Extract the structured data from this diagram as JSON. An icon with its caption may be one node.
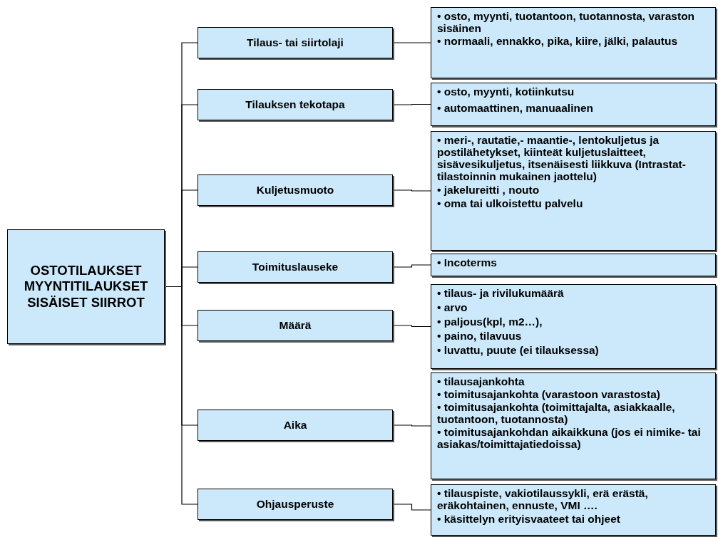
{
  "diagram": {
    "nodes": [
      {
        "text": [
          "OSTOTILAUKSET MYYNTITILAUKSET SISÄISET SIIRROT"
        ]
      },
      {
        "text": [
          "Tilaus- tai siirtolaji"
        ]
      },
      {
        "text": [
          "• osto, myynti, tuotantoon, tuotannosta, varaston sisäinen",
          "• normaali, ennakko, pika, kiire, jälki, palautus"
        ]
      },
      {
        "text": [
          "Tilauksen tekotapa"
        ]
      },
      {
        "text": [
          "• osto, myynti, kotiinkutsu",
          "• automaattinen, manuaalinen"
        ]
      },
      {
        "text": [
          "Kuljetusmuoto"
        ]
      },
      {
        "text": [
          "• meri-, rautatie,- maantie-, lentokuljetus ja postilähetykset, kiinteät kuljetuslaitteet, sisävesikuljetus, itsenäisesti liikkuva (Intrastat-tilastoinnin mukainen jaottelu)",
          "• jakelureitti , nouto",
          "• oma tai ulkoistettu palvelu"
        ]
      },
      {
        "text": [
          "Toimituslauseke"
        ]
      },
      {
        "text": [
          "• Incoterms"
        ]
      },
      {
        "text": [
          "Määrä"
        ]
      },
      {
        "text": [
          "• tilaus- ja rivilukumäärä",
          "• arvo",
          "• paljous(kpl, m2…),",
          "• paino, tilavuus",
          "• luvattu, puute (ei tilauksessa)"
        ]
      },
      {
        "text": [
          "Aika"
        ]
      },
      {
        "text": [
          "• tilausajankohta",
          "• toimitusajankohta (varastoon varastosta)",
          "• toimitusajankohta (toimittajalta, asiakkaalle, tuotantoon, tuotannosta)",
          "• toimitusajankohdan aikaikkuna (jos ei nimike- tai asiakas/toimittajatiedoissa)"
        ]
      },
      {
        "text": [
          "Ohjausperuste"
        ]
      },
      {
        "text": [
          "• tilauspiste, vakiotilaussykli, erä erästä, eräkohtainen, ennuste, VMI ….",
          "• käsittelyn erityisvaateet tai ohjeet"
        ]
      }
    ],
    "edges": [
      {
        "from": 0,
        "to": 1,
        "arrow": "none"
      },
      {
        "from": 0,
        "to": 3,
        "arrow": "none"
      },
      {
        "from": 0,
        "to": 5,
        "arrow": "none"
      },
      {
        "from": 0,
        "to": 7,
        "arrow": "none"
      },
      {
        "from": 0,
        "to": 9,
        "arrow": "none"
      },
      {
        "from": 0,
        "to": 11,
        "arrow": "none"
      },
      {
        "from": 0,
        "to": 13,
        "arrow": "none"
      },
      {
        "from": 1,
        "to": 2,
        "arrow": "none"
      },
      {
        "from": 3,
        "to": 4,
        "arrow": "none"
      },
      {
        "from": 5,
        "to": 6,
        "arrow": "none"
      },
      {
        "from": 7,
        "to": 8,
        "arrow": "none"
      },
      {
        "from": 9,
        "to": 10,
        "arrow": "none"
      },
      {
        "from": 11,
        "to": 12,
        "arrow": "none"
      },
      {
        "from": 13,
        "to": 14,
        "arrow": "none"
      }
    ]
  }
}
